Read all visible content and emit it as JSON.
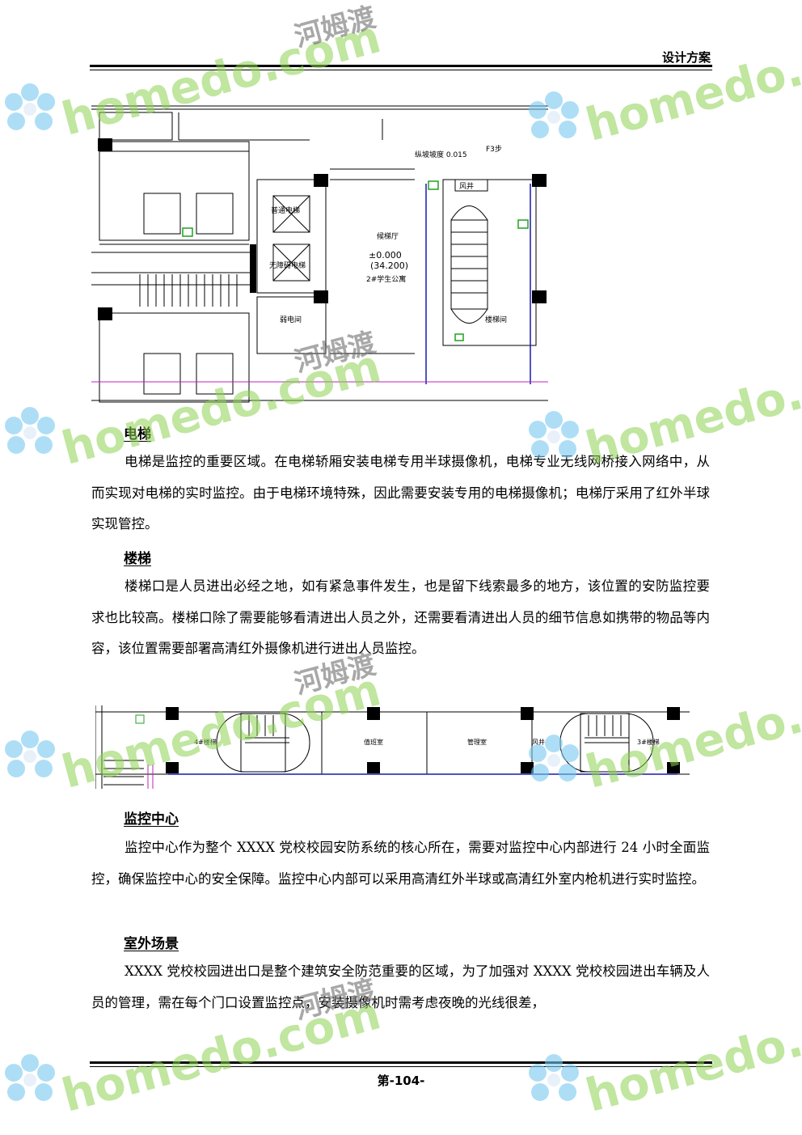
{
  "header": {
    "title": "设计方案"
  },
  "figure1": {
    "labels": {
      "elevator_hall": "候梯厅",
      "elevator1": "普通电梯",
      "elevator2": "无障碍电梯",
      "stair": "楼梯间",
      "elec_room": "弱电间",
      "level": "±0.000",
      "level2": "(34.200)",
      "building": "2#学生公寓",
      "slope": "纵坡坡度 0.015",
      "steps": "F3步",
      "wind": "风井"
    }
  },
  "figure2": {
    "labels": {
      "stair_left": "4#楼梯",
      "room1": "值班室",
      "room2": "管理室",
      "stair_right": "3#楼梯",
      "wind": "风井"
    }
  },
  "sections": [
    {
      "heading": "电梯",
      "paragraphs": [
        "电梯是监控的重要区域。在电梯轿厢安装电梯专用半球摄像机，电梯专业无线网桥接入网络中，从而实现对电梯的实时监控。由于电梯环境特殊，因此需要安装专用的电梯摄像机；电梯厅采用了红外半球实现管控。"
      ]
    },
    {
      "heading": "楼梯",
      "paragraphs": [
        "楼梯口是人员进出必经之地，如有紧急事件发生，也是留下线索最多的地方，该位置的安防监控要求也比较高。楼梯口除了需要能够看清进出人员之外，还需要看清进出人员的细节信息如携带的物品等内容，该位置需要部署高清红外摄像机进行进出人员监控。"
      ]
    },
    {
      "heading": "监控中心",
      "paragraphs": [
        "监控中心作为整个 XXXX 党校校园安防系统的核心所在，需要对监控中心内部进行 24 小时全面监控，确保监控中心的安全保障。监控中心内部可以采用高清红外半球或高清红外室内枪机进行实时监控。"
      ]
    },
    {
      "heading": "室外场景",
      "paragraphs": [
        "XXXX 党校校园进出口是整个建筑安全防范重要的区域，为了加强对 XXXX 党校校园进出车辆及人员的管理，需在每个门口设置监控点，安装摄像机时需考虑夜晚的光线很差，"
      ]
    }
  ],
  "footer": {
    "page": "第-104-"
  },
  "watermark": {
    "text": "homedo.com",
    "cn": "河姆渡"
  }
}
